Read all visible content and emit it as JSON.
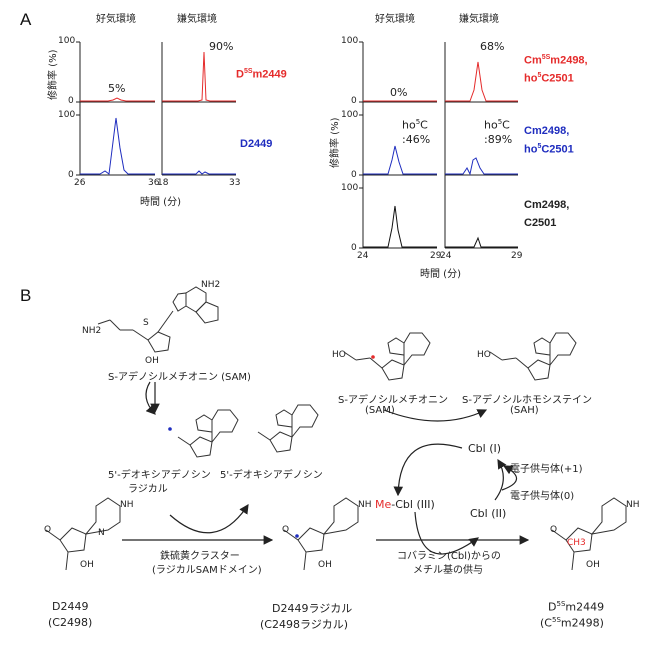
{
  "panel_a": {
    "letter": "A",
    "left": {
      "headers": [
        "好気環境",
        "嫌気環境"
      ],
      "ylabel": "修飾率 (%)",
      "xlabel": "時間 (分)",
      "y_ticks": [
        "100",
        "0",
        "100",
        "0"
      ],
      "x_ticks_1": [
        "26",
        "36"
      ],
      "x_ticks_2": [
        "18",
        "33"
      ],
      "pct_aerobic": "5%",
      "pct_anaerobic": "90%",
      "label_red_main": "D",
      "label_red_sup": "5S",
      "label_red_tail": "m2449",
      "label_blue": "D2449"
    },
    "right": {
      "headers": [
        "好気環境",
        "嫌気環境"
      ],
      "ylabel": "修飾率 (%)",
      "xlabel": "時間 (分)",
      "y_ticks": [
        "100",
        "0",
        "100",
        "0",
        "100",
        "0"
      ],
      "x_ticks_1": [
        "24",
        "29"
      ],
      "x_ticks_2": [
        "24",
        "29"
      ],
      "pct_aerobic": "0%",
      "pct_anaerobic": "68%",
      "ho5c_main": "ho",
      "ho5c_sup": "5",
      "ho5c_tail": "C",
      "ho5c_aerobic_pct": ":46%",
      "ho5c_anaerobic_pct": ":89%",
      "red_l1_main": "Cm",
      "red_l1_sup": "5S",
      "red_l1_tail": "m2498,",
      "red_l2_main": "ho",
      "red_l2_sup": "5",
      "red_l2_tail": "C2501",
      "blue_l1": "Cm2498,",
      "blue_l2_main": "ho",
      "blue_l2_sup": "5",
      "blue_l2_tail": "C2501",
      "black_l1": "Cm2498,",
      "black_l2": "C2501"
    }
  },
  "panel_b": {
    "letter": "B",
    "sam_top": "S-アデノシルメチオニン (SAM)",
    "deoxy_radical_l1": "5'-デオキシアデノシン",
    "deoxy_radical_l2": "ラジカル",
    "deoxy": "5'-デオキシアデノシン",
    "sam_right_l1": "S-アデノシルメチオニン",
    "sam_right_l2": "(SAM)",
    "sah_l1": "S-アデノシルホモシステイン",
    "sah_l2": "(SAH)",
    "cbl1": "Cbl (I)",
    "cbl2": "Cbl (II)",
    "me": "Me",
    "cbl3": "-Cbl (III)",
    "donor_plus": "電子供与体(+1)",
    "donor_zero": "電子供与体(0)",
    "fes_l1": "鉄硫黄クラスター",
    "fes_l2": "(ラジカルSAMドメイン)",
    "cobalamin_l1": "コバラミン(Cbl)からの",
    "cobalamin_l2": "メチル基の供与",
    "d2449_l1": "D2449",
    "d2449_l2": "(C2498)",
    "radical_l1": "D2449ラジカル",
    "radical_l2": "(C2498ラジカル)",
    "prod_l1_main": "D",
    "prod_l1_sup": "5S",
    "prod_l1_tail": "m2449",
    "prod_l2_open": "(C",
    "prod_l2_sup": "5S",
    "prod_l2_tail": "m2498)",
    "ch3": "CH3",
    "atom_o": "O",
    "atom_n": "N",
    "atom_nh": "NH",
    "atom_nh2": "NH2",
    "atom_oh": "OH",
    "atom_s": "S",
    "atom_ho": "HO"
  },
  "colors": {
    "red": "#e52b2b",
    "blue": "#1f2dbf",
    "black": "#111111"
  }
}
